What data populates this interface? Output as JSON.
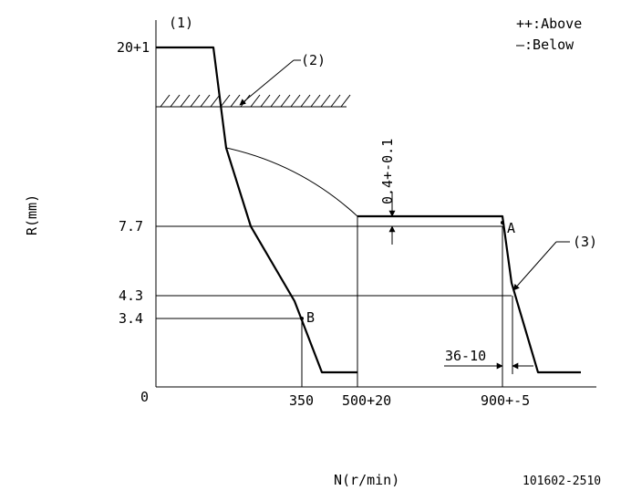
{
  "labels": {
    "marker_1": "(1)",
    "marker_2": "(2)",
    "marker_3": "(3)",
    "legend_above": "++:Above",
    "legend_below": "—:Below",
    "y_axis": "R(mm)",
    "x_axis": "N(r/min)",
    "doc_number": "101602-2510",
    "point_a": "A",
    "point_b": "B",
    "dim_vertical": "0.4+-0.1",
    "dim_horizontal": "36-10"
  },
  "y_ticks": [
    "20+1",
    "7.7",
    "4.3",
    "3.4",
    "0"
  ],
  "x_ticks": [
    "350",
    "500+20",
    "900+-5"
  ]
}
